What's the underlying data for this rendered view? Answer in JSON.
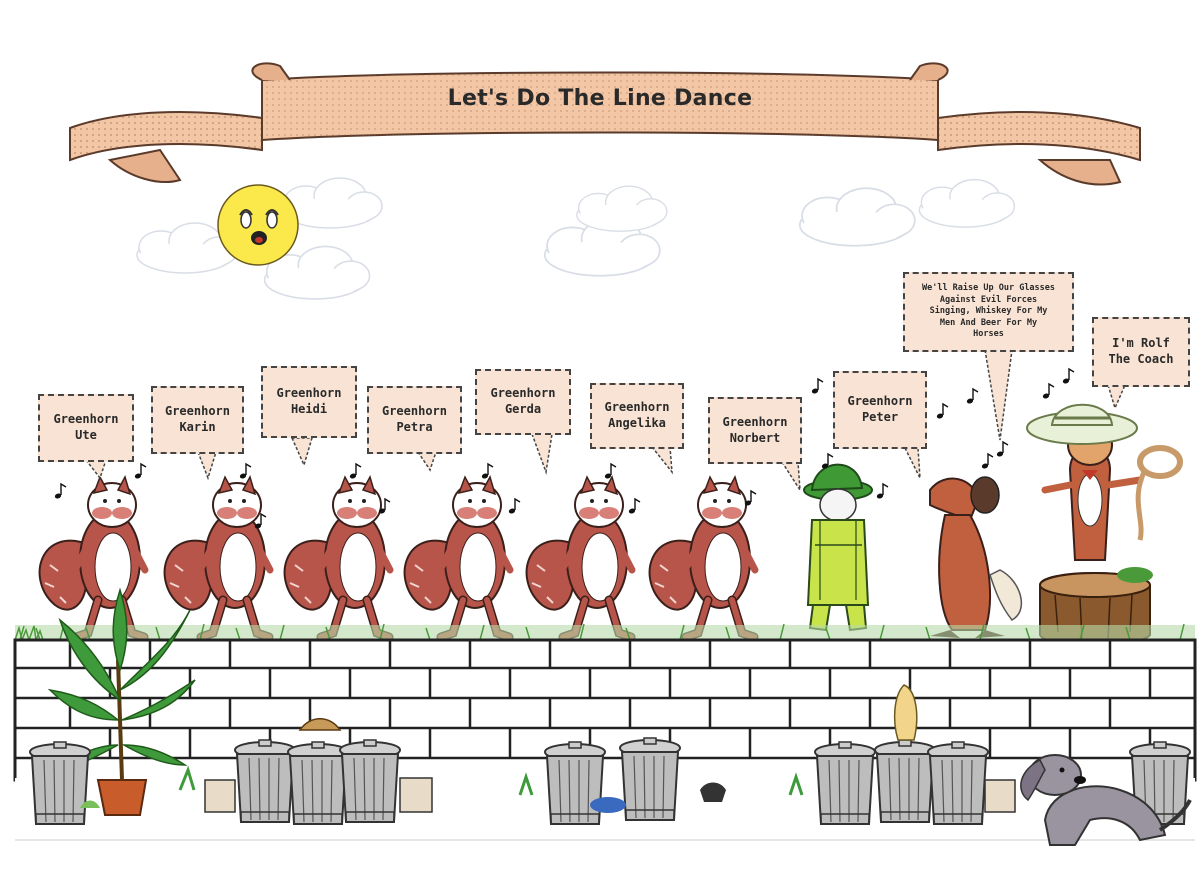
{
  "title": "Let's Do The Line Dance",
  "bubbles": [
    {
      "id": "ute",
      "lines": [
        "Greenhorn",
        "Ute"
      ]
    },
    {
      "id": "karin",
      "lines": [
        "Greenhorn",
        "Karin"
      ]
    },
    {
      "id": "heidi",
      "lines": [
        "Greenhorn",
        "Heidi"
      ]
    },
    {
      "id": "petra",
      "lines": [
        "Greenhorn",
        "Petra"
      ]
    },
    {
      "id": "gerda",
      "lines": [
        "Greenhorn",
        "Gerda"
      ]
    },
    {
      "id": "angelika",
      "lines": [
        "Greenhorn",
        "Angelika"
      ]
    },
    {
      "id": "norbert",
      "lines": [
        "Greenhorn",
        "Norbert"
      ]
    },
    {
      "id": "peter",
      "lines": [
        "Greenhorn",
        "Peter"
      ]
    },
    {
      "id": "song",
      "lines": [
        "We'll Raise Up Our Glasses",
        "Against Evil Forces",
        "Singing, Whiskey For My",
        "Men And Beer For My",
        "Horses"
      ]
    },
    {
      "id": "rolf",
      "lines": [
        "I'm Rolf",
        "The Coach"
      ]
    }
  ],
  "colors": {
    "banner": "#f3c7a5",
    "bubble": "#f8e3d4",
    "sun": "#fbe84a",
    "squirrel": "#b8554a",
    "squirrel_belly": "#ffffff",
    "norbert": "#c9e34a",
    "norbert_hat": "#3f9a35",
    "grass": "#4a9a3a",
    "wall": "#ffffff",
    "plant": "#3e9a3a",
    "pot": "#c85c2a",
    "dog": "#9a93a0"
  },
  "icons": [
    "sun-face-icon",
    "cloud-icon",
    "music-note-icon",
    "squirrel-icon",
    "trash-can-icon",
    "plant-icon",
    "dog-icon",
    "tree-stump-icon",
    "cowboy-hat-icon",
    "lasso-icon",
    "horse-icon"
  ]
}
